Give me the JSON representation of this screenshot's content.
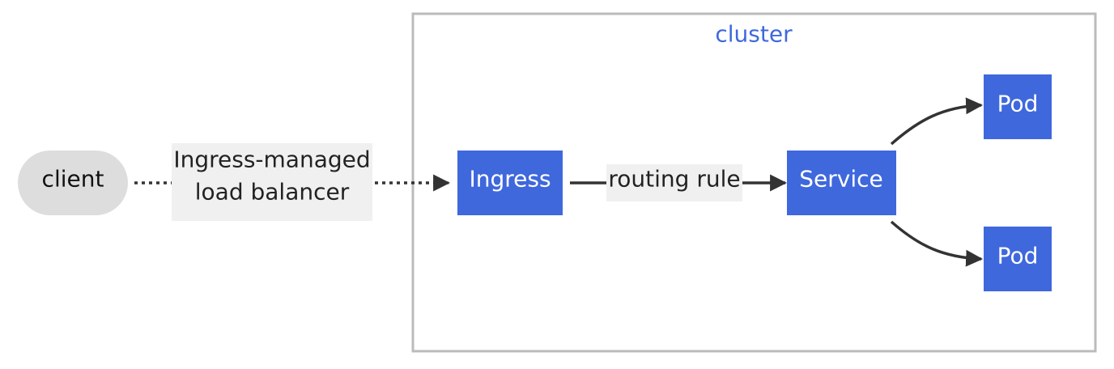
{
  "cluster": {
    "title": "cluster"
  },
  "nodes": {
    "client": "client",
    "ingress": "Ingress",
    "service": "Service",
    "pod_top": "Pod",
    "pod_bottom": "Pod"
  },
  "edges": {
    "client_to_ingress": {
      "line1": "Ingress-managed",
      "line2": "load balancer"
    },
    "ingress_to_service": "routing rule"
  },
  "colors": {
    "k8s_blue": "#3F68DD",
    "white": "#FFFFFF",
    "client_fill": "#DDDDDD",
    "cluster_border": "#BBBBBB",
    "edge_label_bg": "#F0F0F0",
    "line": "#333333",
    "text_dark": "#222222"
  }
}
